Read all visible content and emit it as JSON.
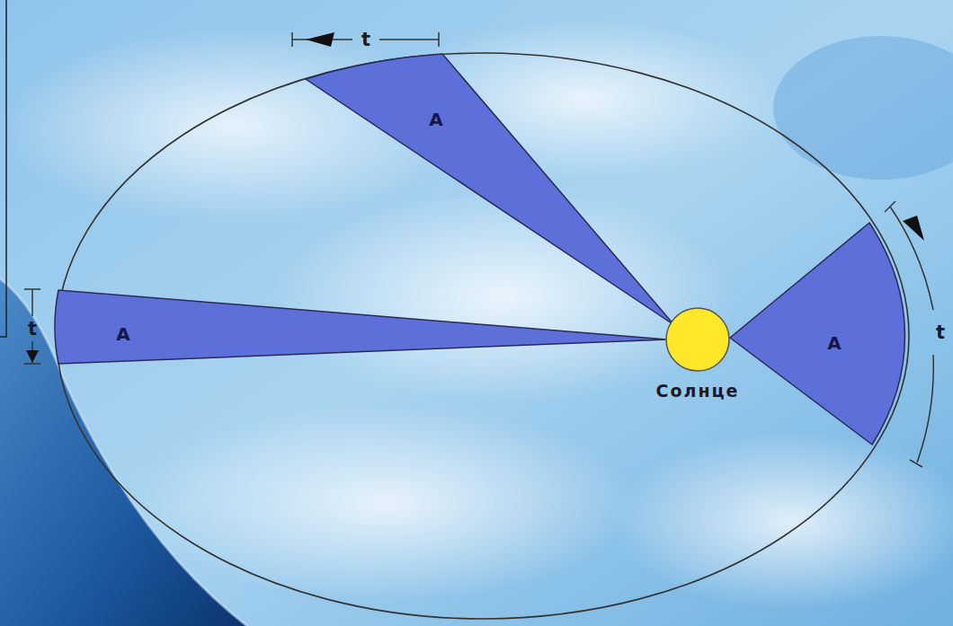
{
  "diagram": {
    "nodes": [
      {
        "text": [
          "A"
        ]
      },
      {
        "text": [
          "A"
        ]
      },
      {
        "text": [
          "Солнце"
        ]
      },
      {
        "text": [
          "A"
        ]
      }
    ],
    "labels": [
      "t",
      "t",
      "t"
    ]
  }
}
